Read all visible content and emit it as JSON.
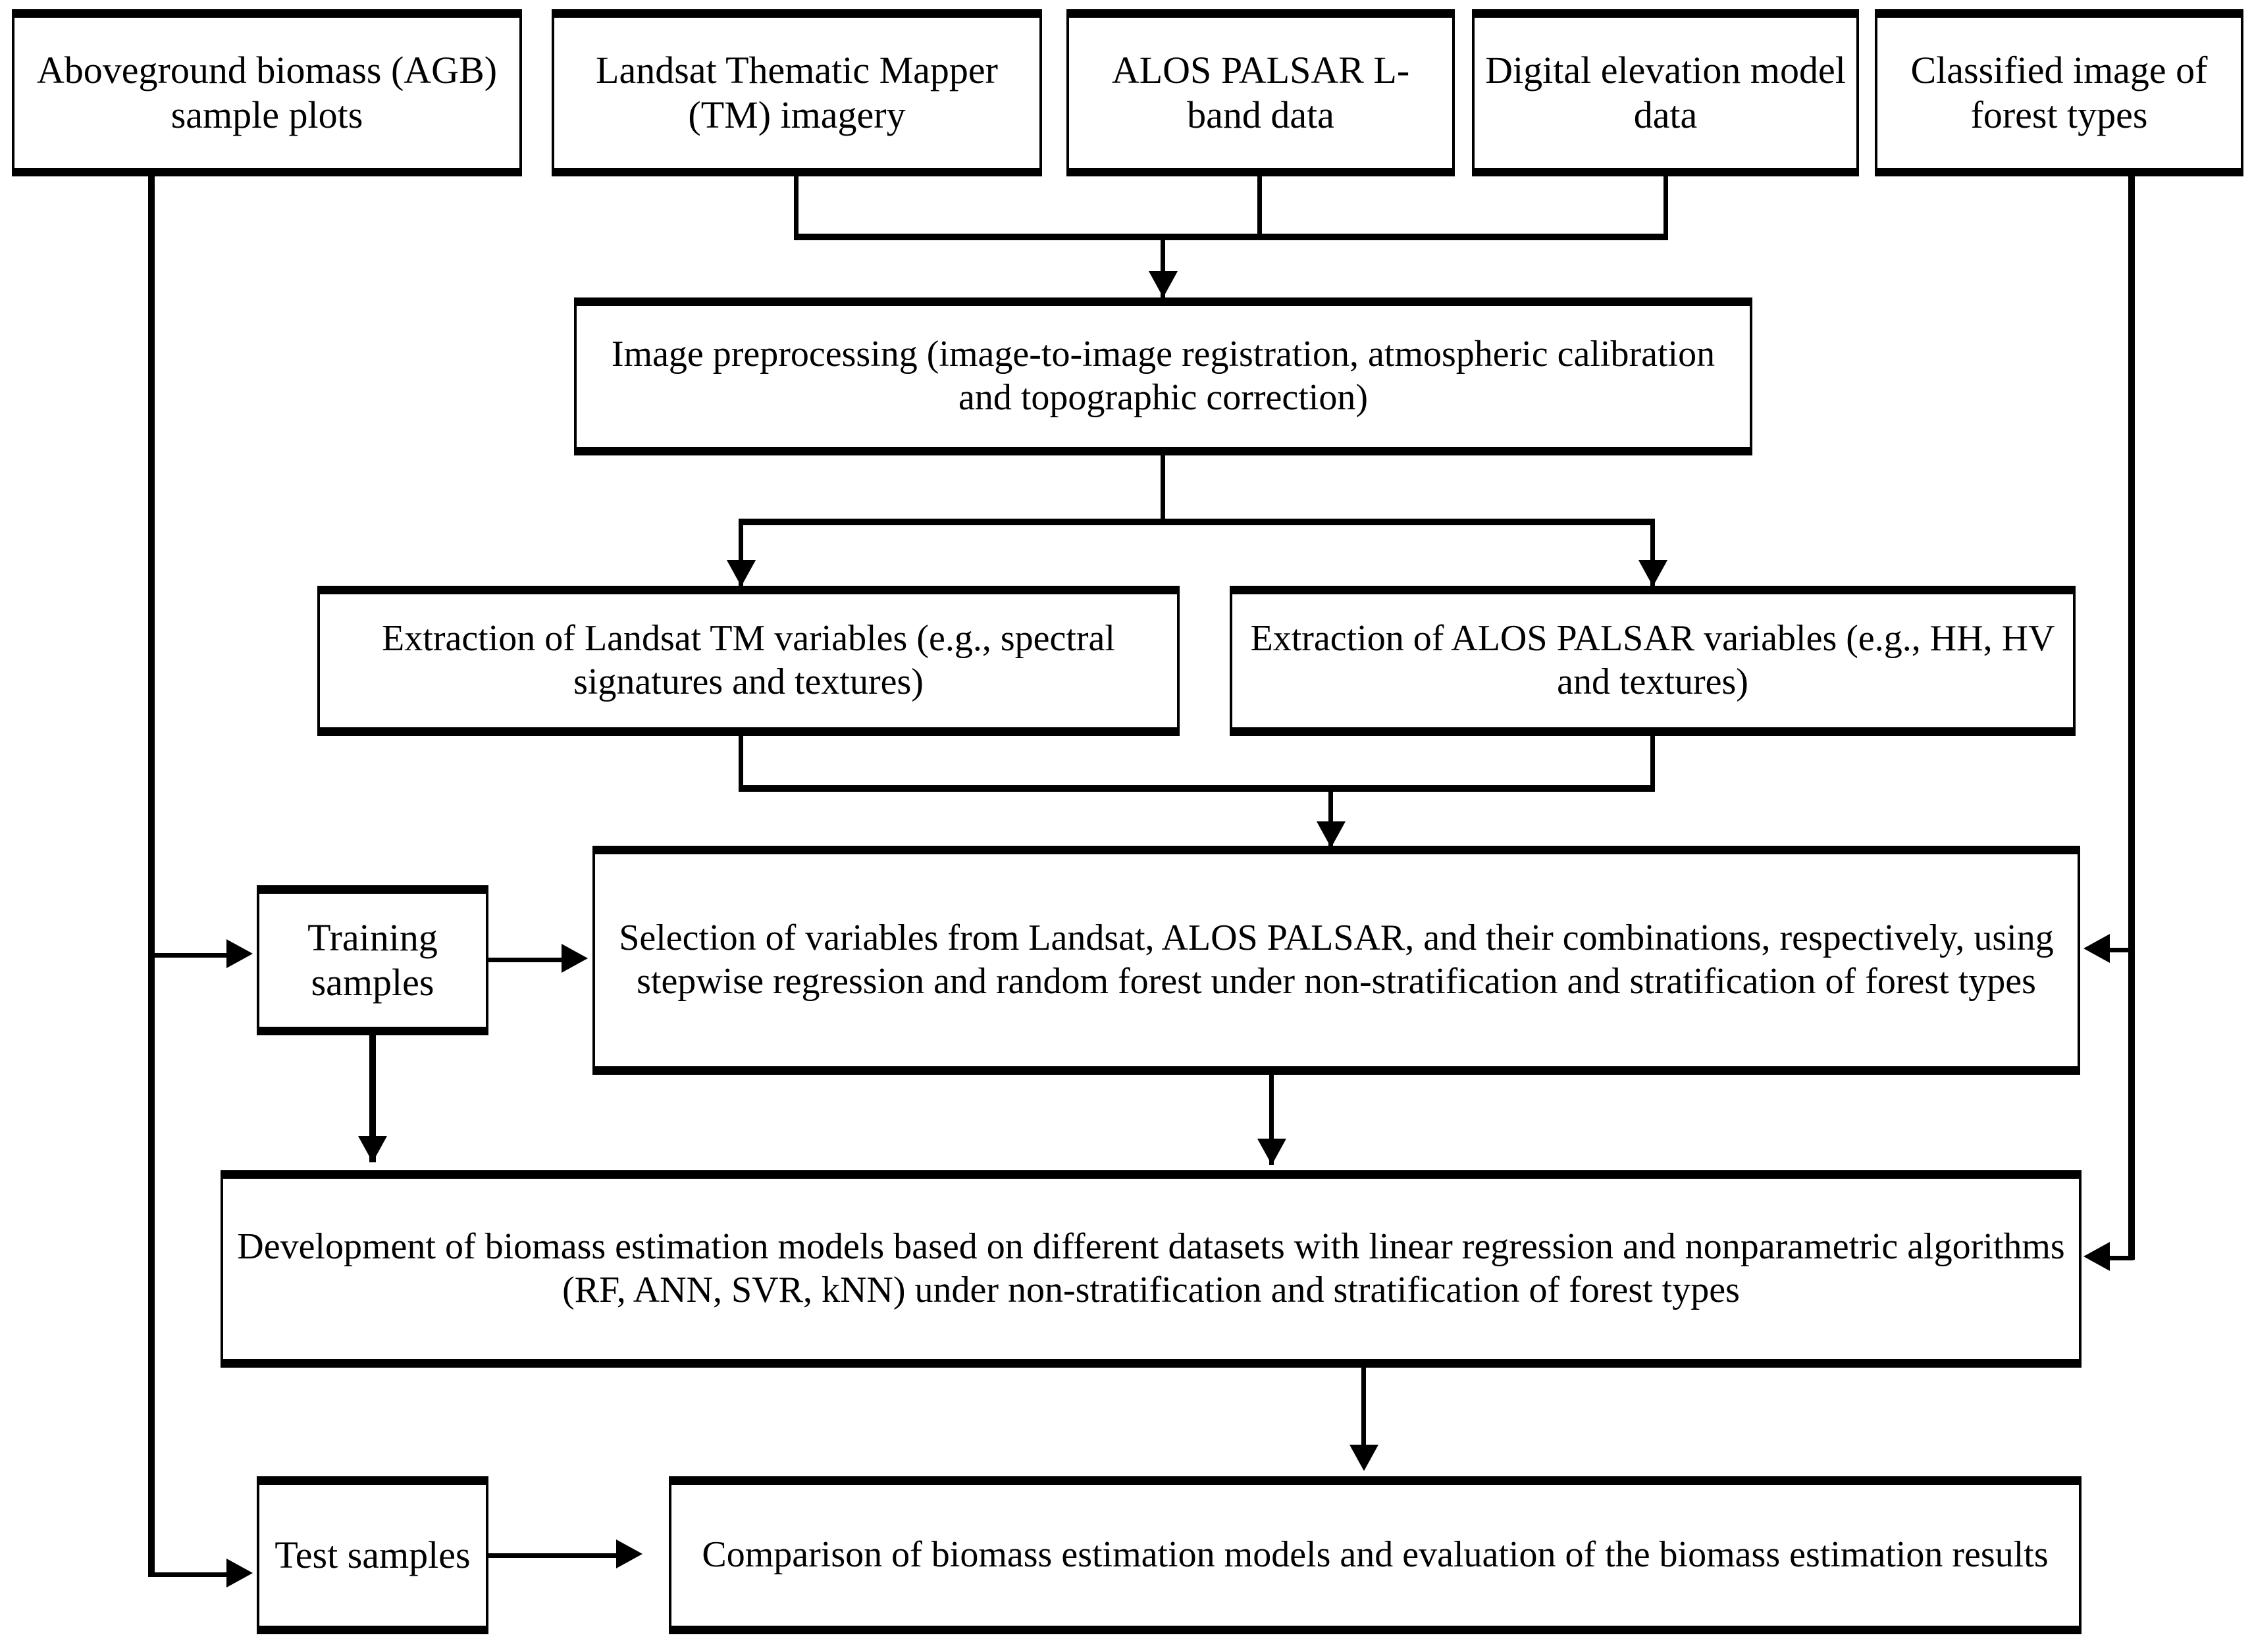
{
  "diagram": {
    "title": "Biomass estimation workflow flowchart",
    "accent_color": "#000000",
    "background_color": "#ffffff",
    "nodes": {
      "agb": "Aboveground biomass (AGB) sample plots",
      "landsat": "Landsat Thematic Mapper (TM) imagery",
      "alos": "ALOS PALSAR L- band data",
      "dem": "Digital elevation model data",
      "classified": "Classified image of forest types",
      "preprocessing": "Image preprocessing (image-to-image registration, atmospheric calibration and topographic correction)",
      "extract_tm": "Extraction of Landsat TM variables (e.g., spectral signatures and textures)",
      "extract_palsar": "Extraction of ALOS PALSAR variables (e.g., HH, HV and textures)",
      "training": "Training samples",
      "selection": "Selection of variables from Landsat, ALOS PALSAR, and their combinations, respectively, using stepwise regression and random forest under non-stratification and stratification of forest types",
      "development": "Development of biomass estimation models based on different datasets with linear regression and nonparametric algorithms (RF, ANN, SVR, kNN) under non-stratification and stratification of forest types",
      "test": "Test samples",
      "comparison": "Comparison of biomass estimation models and evaluation of the biomass estimation results"
    }
  }
}
